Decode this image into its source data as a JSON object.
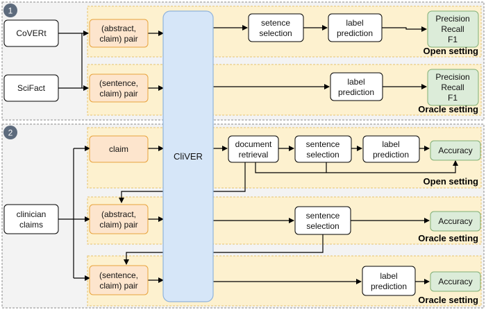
{
  "colors": {
    "panel_fill": "#f3f3f3",
    "band_fill": "#fdf1cf",
    "orange_fill": "#fde5cd",
    "orange_stroke": "#e8a33c",
    "green_fill": "#dcecd9",
    "green_stroke": "#7fae74",
    "blue_fill": "#d6e6f8",
    "blue_stroke": "#8fb3dc",
    "badge_fill": "#5d6b7d"
  },
  "badges": [
    "1",
    "2"
  ],
  "sources": {
    "covert": "CoVERt",
    "scifact": "SciFact",
    "clinician_claims": [
      "clinician",
      "claims"
    ]
  },
  "model": "CliVER",
  "inputs": {
    "abstract_claim_pair": [
      "(abstract,",
      "claim) pair"
    ],
    "sentence_claim_pair": [
      "(sentence,",
      "claim) pair"
    ],
    "claim": "claim"
  },
  "steps": {
    "setence_selection": [
      "setence",
      "selection"
    ],
    "sentence_selection": [
      "sentence",
      "selection"
    ],
    "label_prediction": [
      "label",
      "prediction"
    ],
    "document_retrieval": [
      "document",
      "retrieval"
    ]
  },
  "outputs": {
    "metrics": [
      "Precision",
      "Recall",
      "F1"
    ],
    "accuracy": "Accuracy"
  },
  "settings": {
    "open": "Open setting",
    "oracle": "Oracle setting"
  }
}
